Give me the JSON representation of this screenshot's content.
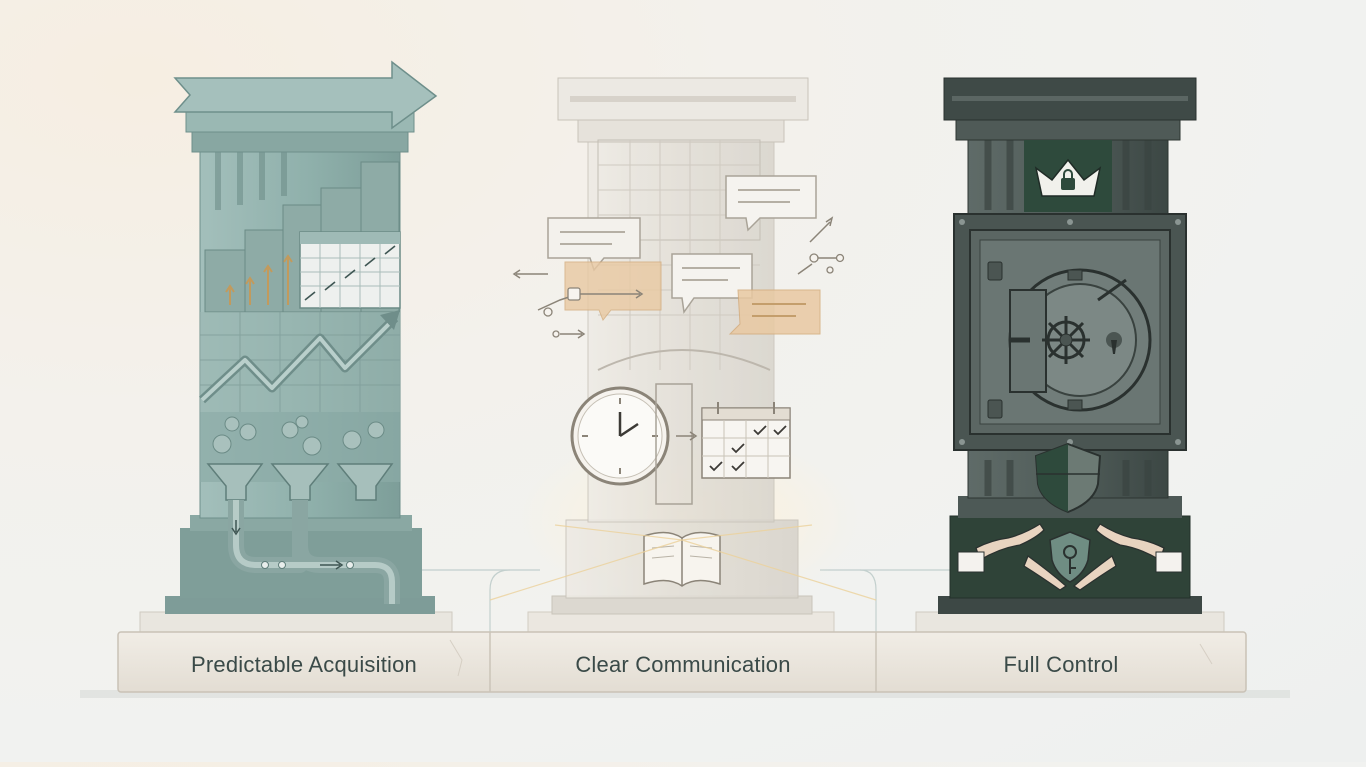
{
  "pillars": [
    {
      "label": "Predictable Acquisition"
    },
    {
      "label": "Clear Communication"
    },
    {
      "label": "Full Control"
    }
  ],
  "colors": {
    "teal": "#8fb0ab",
    "teal_dark": "#6e8f8b",
    "glass": "#e4e1da",
    "accent_orange": "#e8c9a0",
    "dark": "#3f4a47",
    "dark_green": "#2e4a3c",
    "base": "#ece7df"
  },
  "icons": [
    "arrow-right-icon",
    "bar-chart-icon",
    "calendar-icon",
    "trend-line-icon",
    "funnel-icon",
    "chat-bubble-icon",
    "clock-icon",
    "book-icon",
    "crown-lock-icon",
    "vault-icon",
    "shield-icon",
    "hands-icon",
    "key-icon"
  ]
}
